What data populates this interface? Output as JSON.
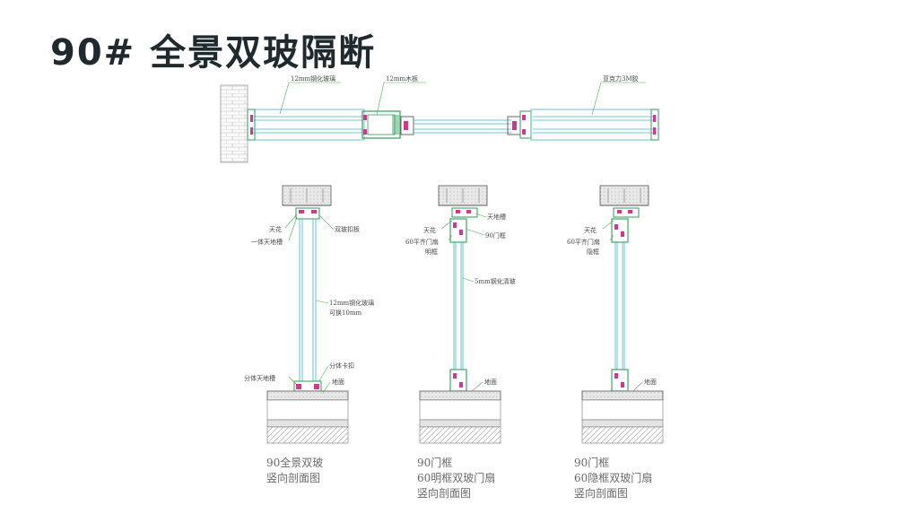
{
  "title": "90# 全景双玻隔断",
  "plan": {
    "label_glass": "12mm钢化玻璃",
    "label_wood": "12mm木板",
    "label_glue": "亚克力3M胶"
  },
  "section1": {
    "label_ceiling": "天花",
    "label_track": "一体天地槽",
    "label_cover": "双玻扣板",
    "label_glass_a": "12mm钢化玻璃",
    "label_glass_b": "可换10mm",
    "label_split_track": "分体天地槽",
    "label_clip": "分体卡扣",
    "label_floor": "地面",
    "caption": [
      "90全景双玻",
      "竖向剖面图"
    ]
  },
  "section2": {
    "label_ceiling": "天花",
    "label_track": "天地槽",
    "label_frame": "90门框",
    "label_door_a": "60平齐门扇",
    "label_door_b": "明框",
    "label_glass": "5mm钢化清玻",
    "label_floor": "地面",
    "caption": [
      "90门框",
      "60明框双玻门扇",
      "竖向剖面图"
    ]
  },
  "section3": {
    "label_ceiling": "天花",
    "label_door_a": "60平齐门扇",
    "label_door_b": "隐框",
    "label_floor": "地面",
    "caption": [
      "90门框",
      "60隐框双玻门扇",
      "竖向剖面图"
    ]
  },
  "colors": {
    "glass_line": "#3cb8c8",
    "profile": "#2e9e5a",
    "seal": "#d4358f",
    "leader": "#4caf50"
  }
}
